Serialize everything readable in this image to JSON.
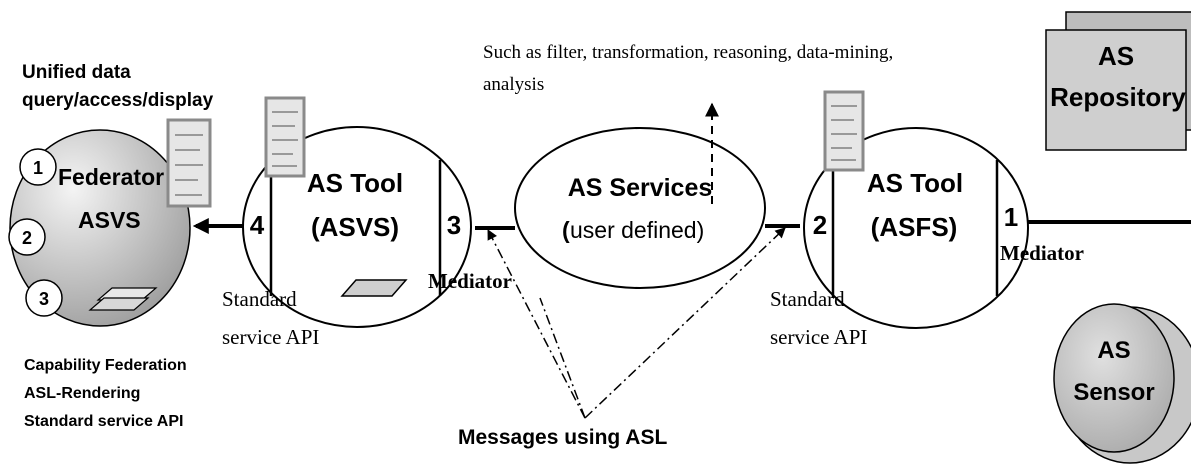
{
  "texts": {
    "unified_line1": "Unified data",
    "unified_line2": "query/access/display",
    "services_note_line1": "Such as filter, transformation, reasoning, data-mining,",
    "services_note_line2": "analysis",
    "federator_title": "Federator",
    "federator_subtitle": "ASVS",
    "federator_badge_1": "1",
    "federator_badge_2": "2",
    "federator_badge_3": "3",
    "astool_left_title": "AS Tool",
    "astool_left_subtitle": "(ASVS)",
    "astool_left_port_left": "4",
    "astool_left_port_right": "3",
    "services_title": "AS Services",
    "services_subtitle_paren": "(",
    "services_subtitle_rest": "user defined)",
    "astool_right_title": "AS Tool",
    "astool_right_subtitle": "(ASFS)",
    "astool_right_port_left": "2",
    "astool_right_port_right": "1",
    "mediator_left": "Mediator",
    "mediator_right": "Mediator",
    "std_api_left_line1": "Standard",
    "std_api_left_line2": "service API",
    "std_api_right_line1": "Standard",
    "std_api_right_line2": "service API",
    "capabilities_line1": "Capability Federation",
    "capabilities_line2": "ASL-Rendering",
    "capabilities_line3": "Standard service API",
    "messages_label": "Messages using ASL",
    "repository_line1": "AS",
    "repository_line2": "Repository",
    "sensor_line1": "AS",
    "sensor_line2": "Sensor"
  },
  "colors": {
    "line": "#000000",
    "federator_fill_light": "#f2f2f2",
    "federator_fill_dark": "#9a9a9a",
    "box_fill": "#cfcfcf",
    "box_back_fill": "#bdbdbd",
    "doc_fill": "#e6e6e6",
    "doc_frame": "#8a8a8a"
  }
}
